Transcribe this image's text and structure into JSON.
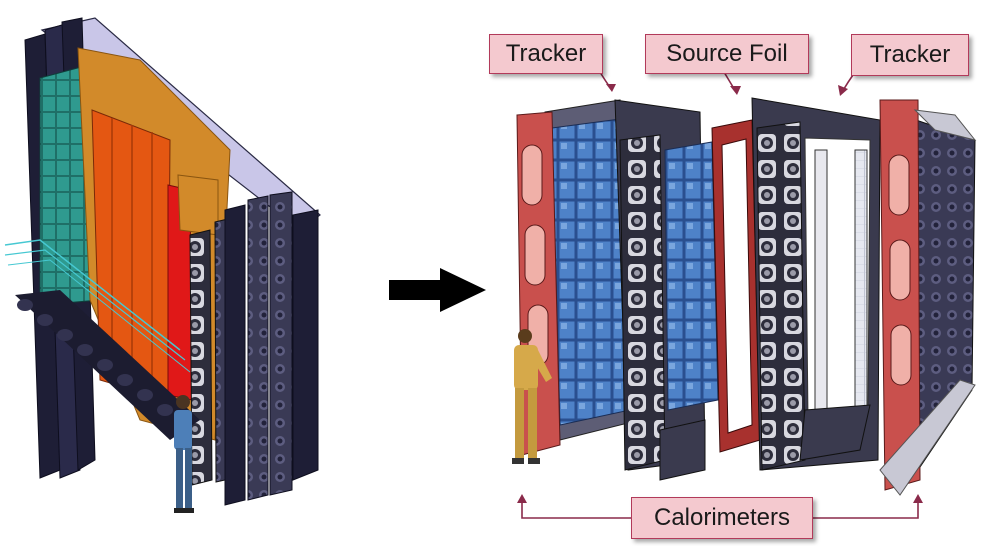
{
  "labels": {
    "tracker_left": "Tracker",
    "source_foil": "Source Foil",
    "tracker_right": "Tracker",
    "calorimeters": "Calorimeters"
  },
  "icons": {
    "transition_arrow": "right-arrow-icon"
  },
  "colors": {
    "label_fill": "#f4c9cf",
    "label_border": "#b23a5a",
    "callout_arrow": "#8a2a4a",
    "calorimeter_frame": "#c9504d",
    "optical_modules": "#3f6fb5",
    "source_foil": "#e65a14",
    "teal_panel": "#2f9a8f",
    "frame_dark": "#2b2b3f"
  }
}
